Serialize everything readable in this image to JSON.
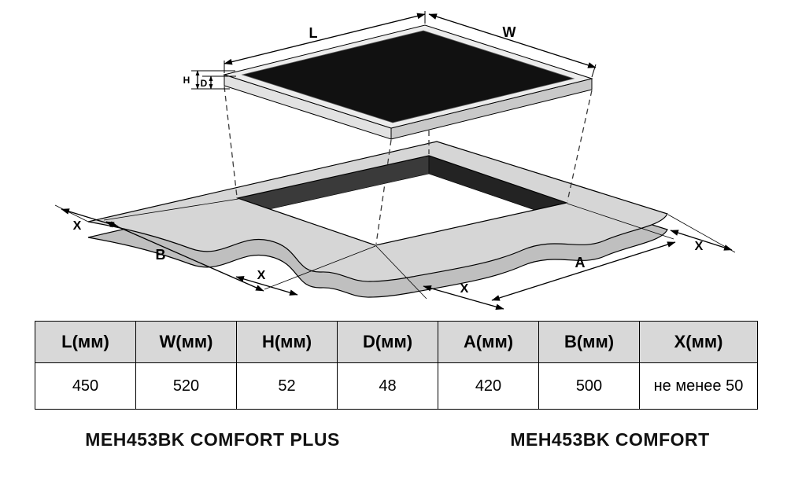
{
  "diagram": {
    "labels": {
      "l": "L",
      "w": "W",
      "h": "H",
      "d": "D",
      "a": "A",
      "b": "B",
      "x": "X"
    },
    "colors": {
      "glass": "#111111",
      "rim": "#ececec",
      "countertop": "#d6d6d6",
      "countertop_side": "#bfbfbf",
      "cutout_wall": "#3a3a3a",
      "table_header_bg": "#d8d8d8"
    }
  },
  "table": {
    "headers": [
      "L(мм)",
      "W(мм)",
      "H(мм)",
      "D(мм)",
      "A(мм)",
      "B(мм)",
      "X(мм)"
    ],
    "values": [
      "450",
      "520",
      "52",
      "48",
      "420",
      "500",
      "не менее 50"
    ]
  },
  "captions": {
    "left": "MEH453BK COMFORT PLUS",
    "right": "MEH453BK COMFORT"
  }
}
